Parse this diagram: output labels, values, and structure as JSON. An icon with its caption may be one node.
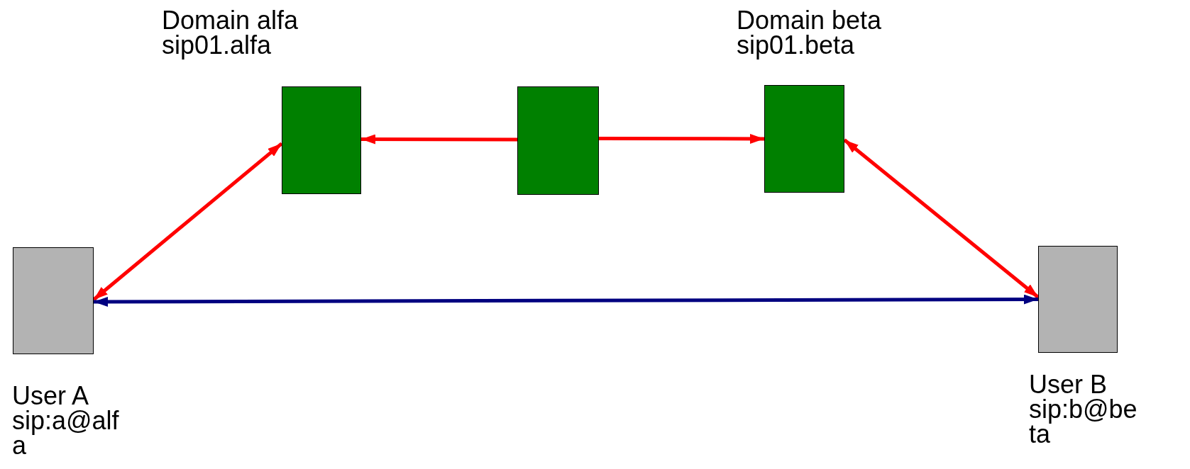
{
  "diagram": {
    "nodes": [
      {
        "text": [
          "Domain alfa",
          "sip01.alfa"
        ]
      },
      {
        "text": [],
        "shape": "box"
      },
      {
        "text": [
          "Domain beta",
          "sip01.beta"
        ]
      },
      {
        "text": [
          "User A",
          "sip:a@alfa"
        ]
      },
      {
        "text": [
          "User B",
          "sip:b@beta"
        ]
      }
    ],
    "edges": [
      {
        "from": 1,
        "to": 0,
        "arrow": "to"
      },
      {
        "from": 1,
        "to": 2,
        "arrow": "to"
      },
      {
        "from": 0,
        "to": 3,
        "arrow": "both"
      },
      {
        "from": 2,
        "to": 4,
        "arrow": "both"
      },
      {
        "from": 3,
        "to": 4,
        "arrow": "both",
        "color": "#000080"
      }
    ]
  }
}
